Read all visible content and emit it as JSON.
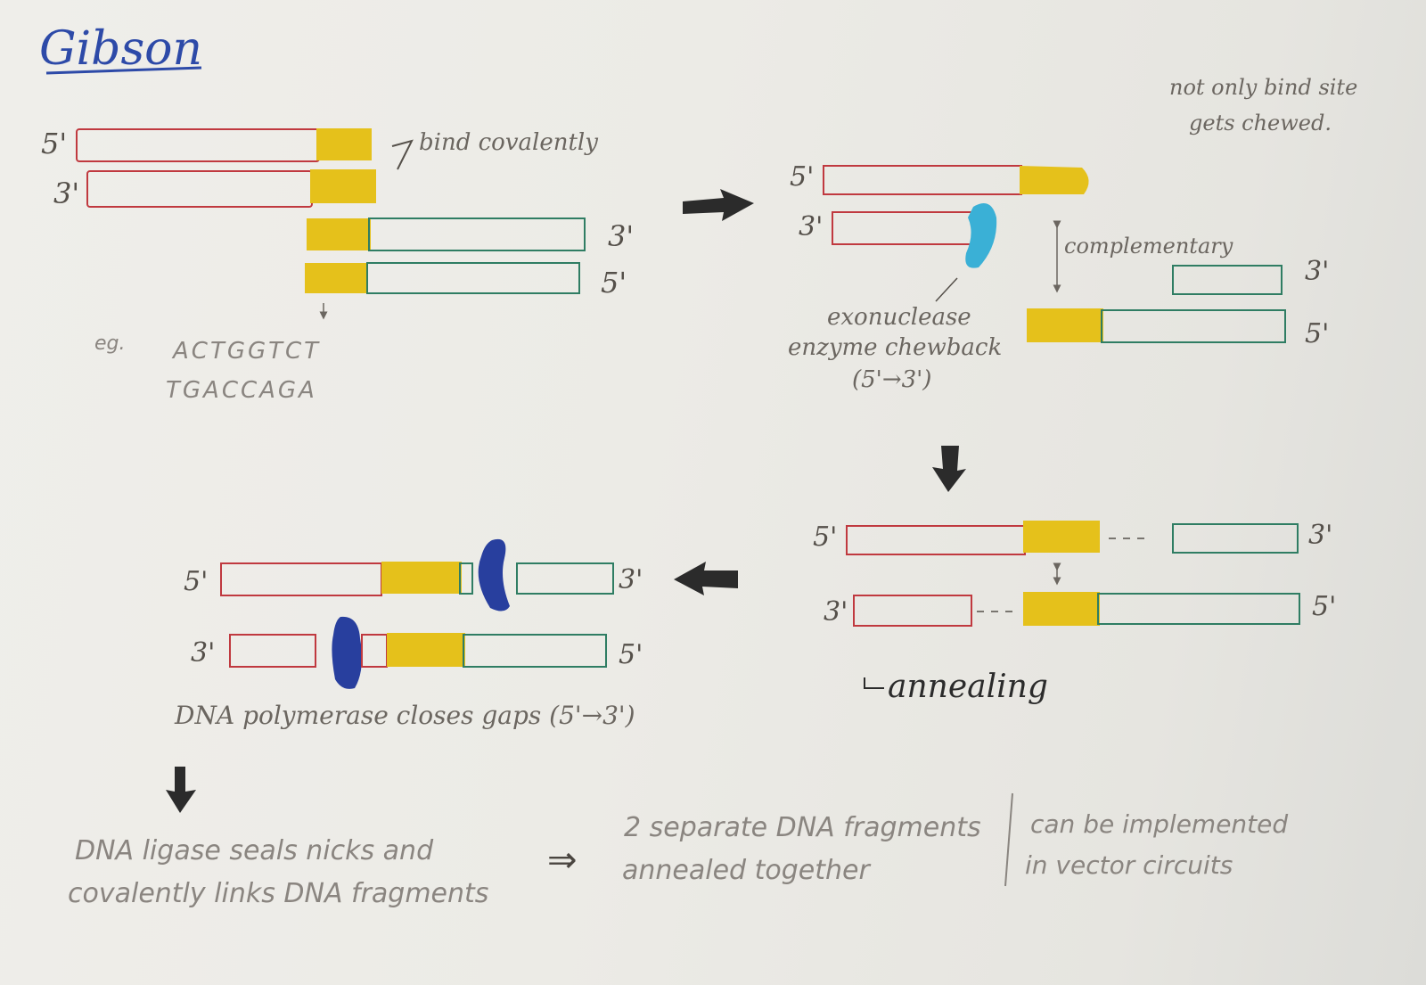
{
  "title": "Gibson",
  "colors": {
    "paper": "#ecebe6",
    "strand_red": "#c0393f",
    "strand_green": "#2f7d63",
    "overlap_yellow": "#e5c11b",
    "exonuclease_cyan": "#3ab0d6",
    "polymerase_blue": "#283f9e",
    "title_ink": "#2d4aa8",
    "arrow": "#2b2b2b"
  },
  "panels": {
    "step1": {
      "end_labels": {
        "top_left": "5'",
        "bottom_left": "3'",
        "top_right": "3'",
        "bottom_right": "5'"
      },
      "bind_label": "bind covalently",
      "example_prefix": "eg.",
      "example_seq_top": "ACTGGTCT",
      "example_seq_bottom": "TGACCAGA"
    },
    "step2": {
      "end_labels": {
        "top_left": "5'",
        "bottom_left": "3'",
        "right_top": "3'",
        "right_bottom": "5'"
      },
      "complementary_label": "complementary",
      "enzyme_label_1": "exonuclease",
      "enzyme_label_2": "enzyme chewback",
      "enzyme_direction": "(5'→3')",
      "side_note_1": "not only bind site",
      "side_note_2": "gets chewed."
    },
    "step3": {
      "end_labels": {
        "top_left": "5'",
        "top_right": "3'",
        "bottom_left": "3'",
        "bottom_right": "5'"
      },
      "annealing_label": "annealing"
    },
    "step4": {
      "end_labels": {
        "top_left": "5'",
        "top_right": "3'",
        "bottom_left": "3'",
        "bottom_right": "5'"
      },
      "polymerase_label": "DNA polymerase closes gaps (5'→3')"
    },
    "bottom": {
      "ligase_line_1": "DNA ligase seals nicks and",
      "ligase_line_2": "covalently links DNA fragments",
      "implies": "⇒",
      "result_line_1": "2 separate DNA fragments",
      "result_line_2": "annealed together",
      "extra_line_1": "can be implemented",
      "extra_line_2": "in vector circuits"
    }
  }
}
